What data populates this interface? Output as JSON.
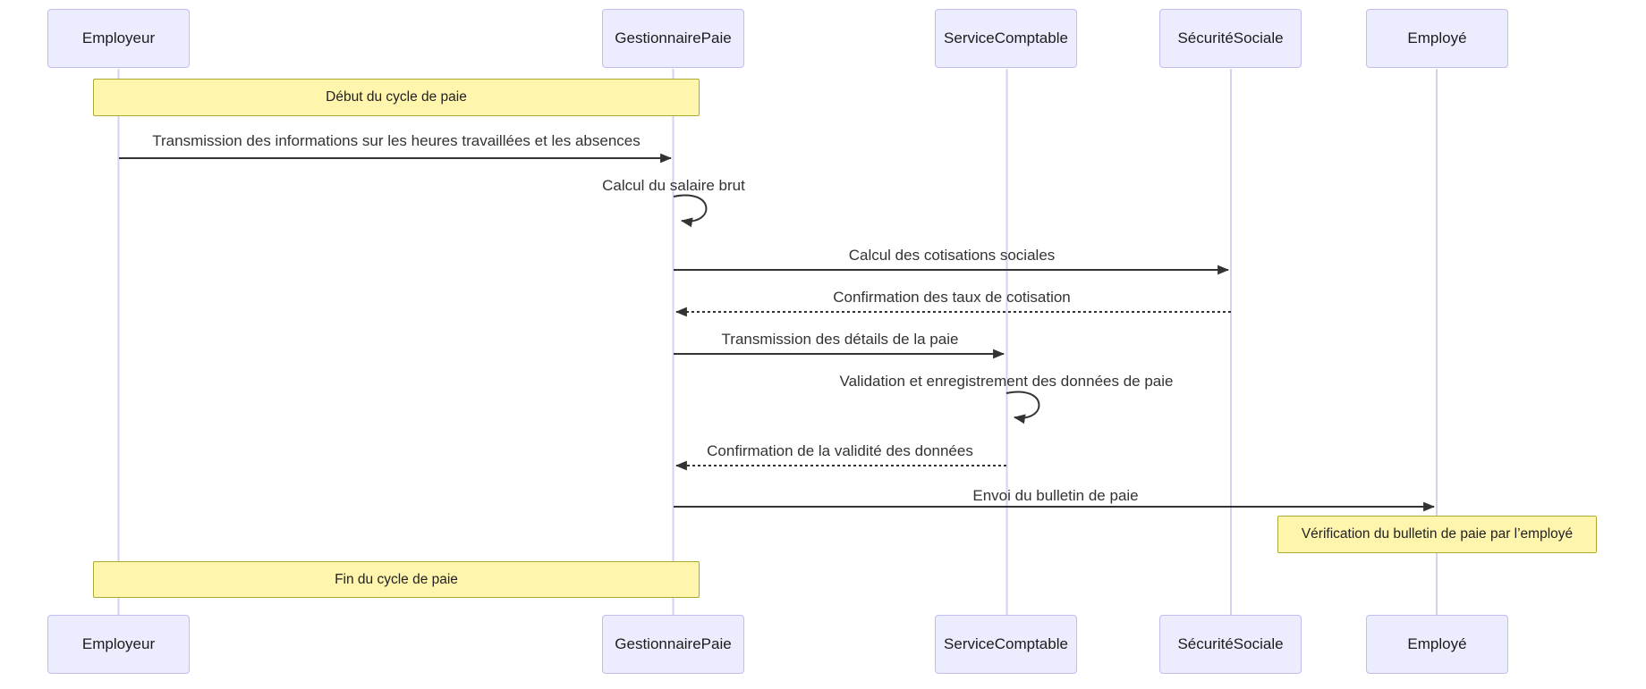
{
  "diagram": {
    "type": "sequence-diagram",
    "participants": [
      {
        "name": "Employeur"
      },
      {
        "name": "GestionnairePaie"
      },
      {
        "name": "ServiceComptable"
      },
      {
        "name": "SécuritéSociale"
      },
      {
        "name": "Employé"
      }
    ],
    "notes": [
      {
        "text": "Début du cycle de paie",
        "over": "Employeur,GestionnairePaie"
      },
      {
        "text": "Vérification du bulletin de paie par l’employé",
        "over": "Employé"
      },
      {
        "text": "Fin du cycle de paie",
        "over": "Employeur,GestionnairePaie"
      }
    ],
    "messages": [
      {
        "from": "Employeur",
        "to": "GestionnairePaie",
        "style": "solid",
        "label": "Transmission des informations sur les heures travaillées et les absences"
      },
      {
        "from": "GestionnairePaie",
        "to": "GestionnairePaie",
        "style": "self",
        "label": "Calcul du salaire brut"
      },
      {
        "from": "GestionnairePaie",
        "to": "SécuritéSociale",
        "style": "solid",
        "label": "Calcul des cotisations sociales"
      },
      {
        "from": "SécuritéSociale",
        "to": "GestionnairePaie",
        "style": "dashed",
        "label": "Confirmation des taux de cotisation"
      },
      {
        "from": "GestionnairePaie",
        "to": "ServiceComptable",
        "style": "solid",
        "label": "Transmission des détails de la paie"
      },
      {
        "from": "ServiceComptable",
        "to": "ServiceComptable",
        "style": "self",
        "label": "Validation et enregistrement des données de paie"
      },
      {
        "from": "ServiceComptable",
        "to": "GestionnairePaie",
        "style": "dashed",
        "label": "Confirmation de la validité des données"
      },
      {
        "from": "GestionnairePaie",
        "to": "Employé",
        "style": "solid",
        "label": "Envoi du bulletin de paie"
      }
    ],
    "colors": {
      "actor_fill": "#ECECFF",
      "actor_border": "#C3BCEC",
      "lifeline": "#D5D2F0",
      "note_fill": "#FFF5AD",
      "note_border": "#AAAA33",
      "text": "#333333",
      "arrow": "#333333"
    }
  }
}
